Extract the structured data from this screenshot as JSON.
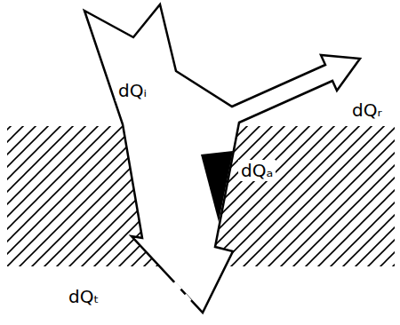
{
  "diagram": {
    "labels": [
      "dQᵢ",
      "dQᵣ",
      "dQₐ",
      "dQₜ"
    ]
  }
}
